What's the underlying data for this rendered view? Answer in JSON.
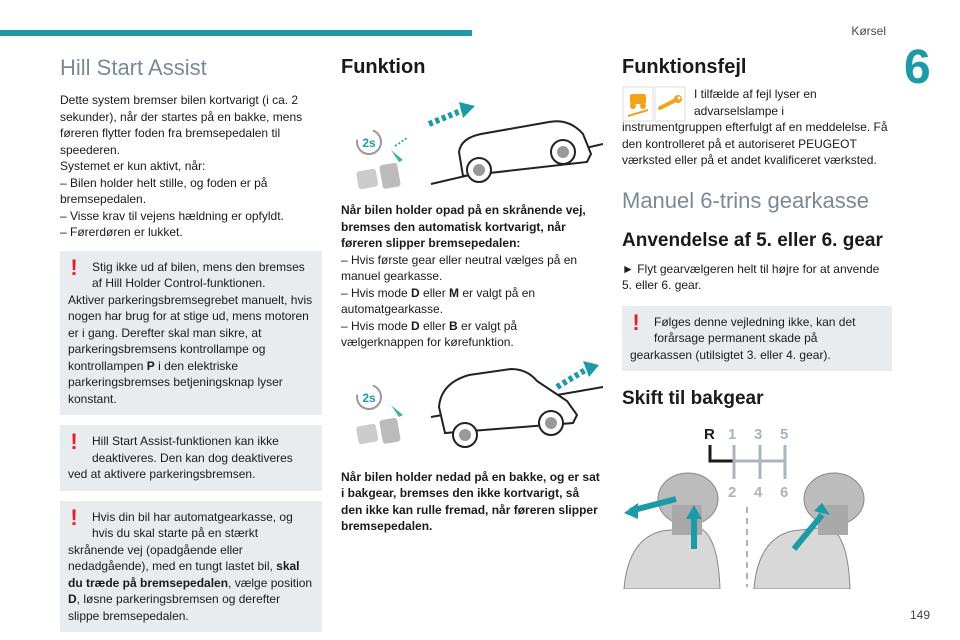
{
  "header": {
    "section": "Kørsel",
    "chapter": "6",
    "page": "149",
    "accent_color": "#1d9aa8",
    "warning_color": "#e2202c"
  },
  "col1": {
    "title": "Hill Start Assist",
    "intro": [
      "Dette system bremser bilen kortvarigt (i ca. 2 sekunder), når der startes på en bakke, mens føreren flytter foden fra bremsepedalen til speederen.",
      "Systemet er kun aktivt, når:",
      "–  Bilen holder helt stille, og foden er på bremsepedalen.",
      "–  Visse krav til vejens hældning er opfyldt.",
      "–  Førerdøren er lukket."
    ],
    "warn1": {
      "first": "Stig ikke ud af bilen, mens den bremses af Hill Holder Control-funktionen.",
      "rest_a": "Aktiver parkeringsbremsegrebet manuelt, hvis nogen har brug for at stige ud, mens motoren er i gang. Derefter skal man sikre, at parkeringsbremsens kontrollampe og kontrollampen ",
      "rest_b": "P",
      "rest_c": " i den elektriske parkeringsbremses betjeningsknap lyser konstant."
    },
    "warn2": {
      "first": "Hill Start Assist-funktionen kan ikke deaktiveres. Den kan dog deaktiveres",
      "rest": "ved at aktivere parkeringsbremsen."
    },
    "warn3": {
      "first": "Hvis din bil har automatgearkasse, og hvis du skal starte på en stærkt",
      "rest_a": "skrånende vej (opadgående eller nedadgående), med en tungt lastet bil, ",
      "rest_b": "skal du træde på bremsepedalen",
      "rest_c": ", vælge position ",
      "rest_d": "D",
      "rest_e": ", løsne parkeringsbremsen og derefter slippe bremsepedalen."
    }
  },
  "col2": {
    "title": "Funktion",
    "badge": "2s",
    "up_bold": "Når bilen holder opad på en skrånende vej, bremses den automatisk kortvarigt, når føreren slipper bremsepedalen:",
    "up_l1": "–  Hvis første gear eller neutral vælges på en manuel gearkasse.",
    "up_l2a": "–  Hvis mode ",
    "up_l2b": "D",
    "up_l2c": " eller ",
    "up_l2d": "M",
    "up_l2e": " er valgt på en automatgearkasse.",
    "up_l3a": "–  Hvis mode ",
    "up_l3b": "D",
    "up_l3c": " eller ",
    "up_l3d": "B",
    "up_l3e": " er valgt på vælgerknappen for kørefunktion.",
    "down_bold": "Når bilen holder nedad på en bakke, og er sat i bakgear, bremses den ikke kortvarigt, så den ikke kan rulle fremad, når føreren slipper bremsepedalen."
  },
  "col3": {
    "title_fault": "Funktionsfejl",
    "fault_first": "I tilfælde af fejl lyser en advarselslampe i",
    "fault_rest": "instrumentgruppen efterfulgt af en meddelelse. Få den kontrolleret på et autoriseret PEUGEOT værksted eller på et andet kvalificeret værksted.",
    "title_gearbox": "Manuel 6-trins gearkasse",
    "title_gear56": "Anvendelse af 5. eller 6. gear",
    "gear56_text": "►  Flyt gearvælgeren helt til højre for at anvende 5. eller 6.  gear.",
    "warn_first": "Følges denne vejledning ikke, kan det forårsage permanent skade på",
    "warn_rest": "gearkassen (utilsigtet 3. eller 4. gear).",
    "title_reverse": "Skift til bakgear",
    "gear_top": [
      "R",
      "1",
      "3",
      "5"
    ],
    "gear_bottom": [
      "2",
      "4",
      "6"
    ]
  }
}
